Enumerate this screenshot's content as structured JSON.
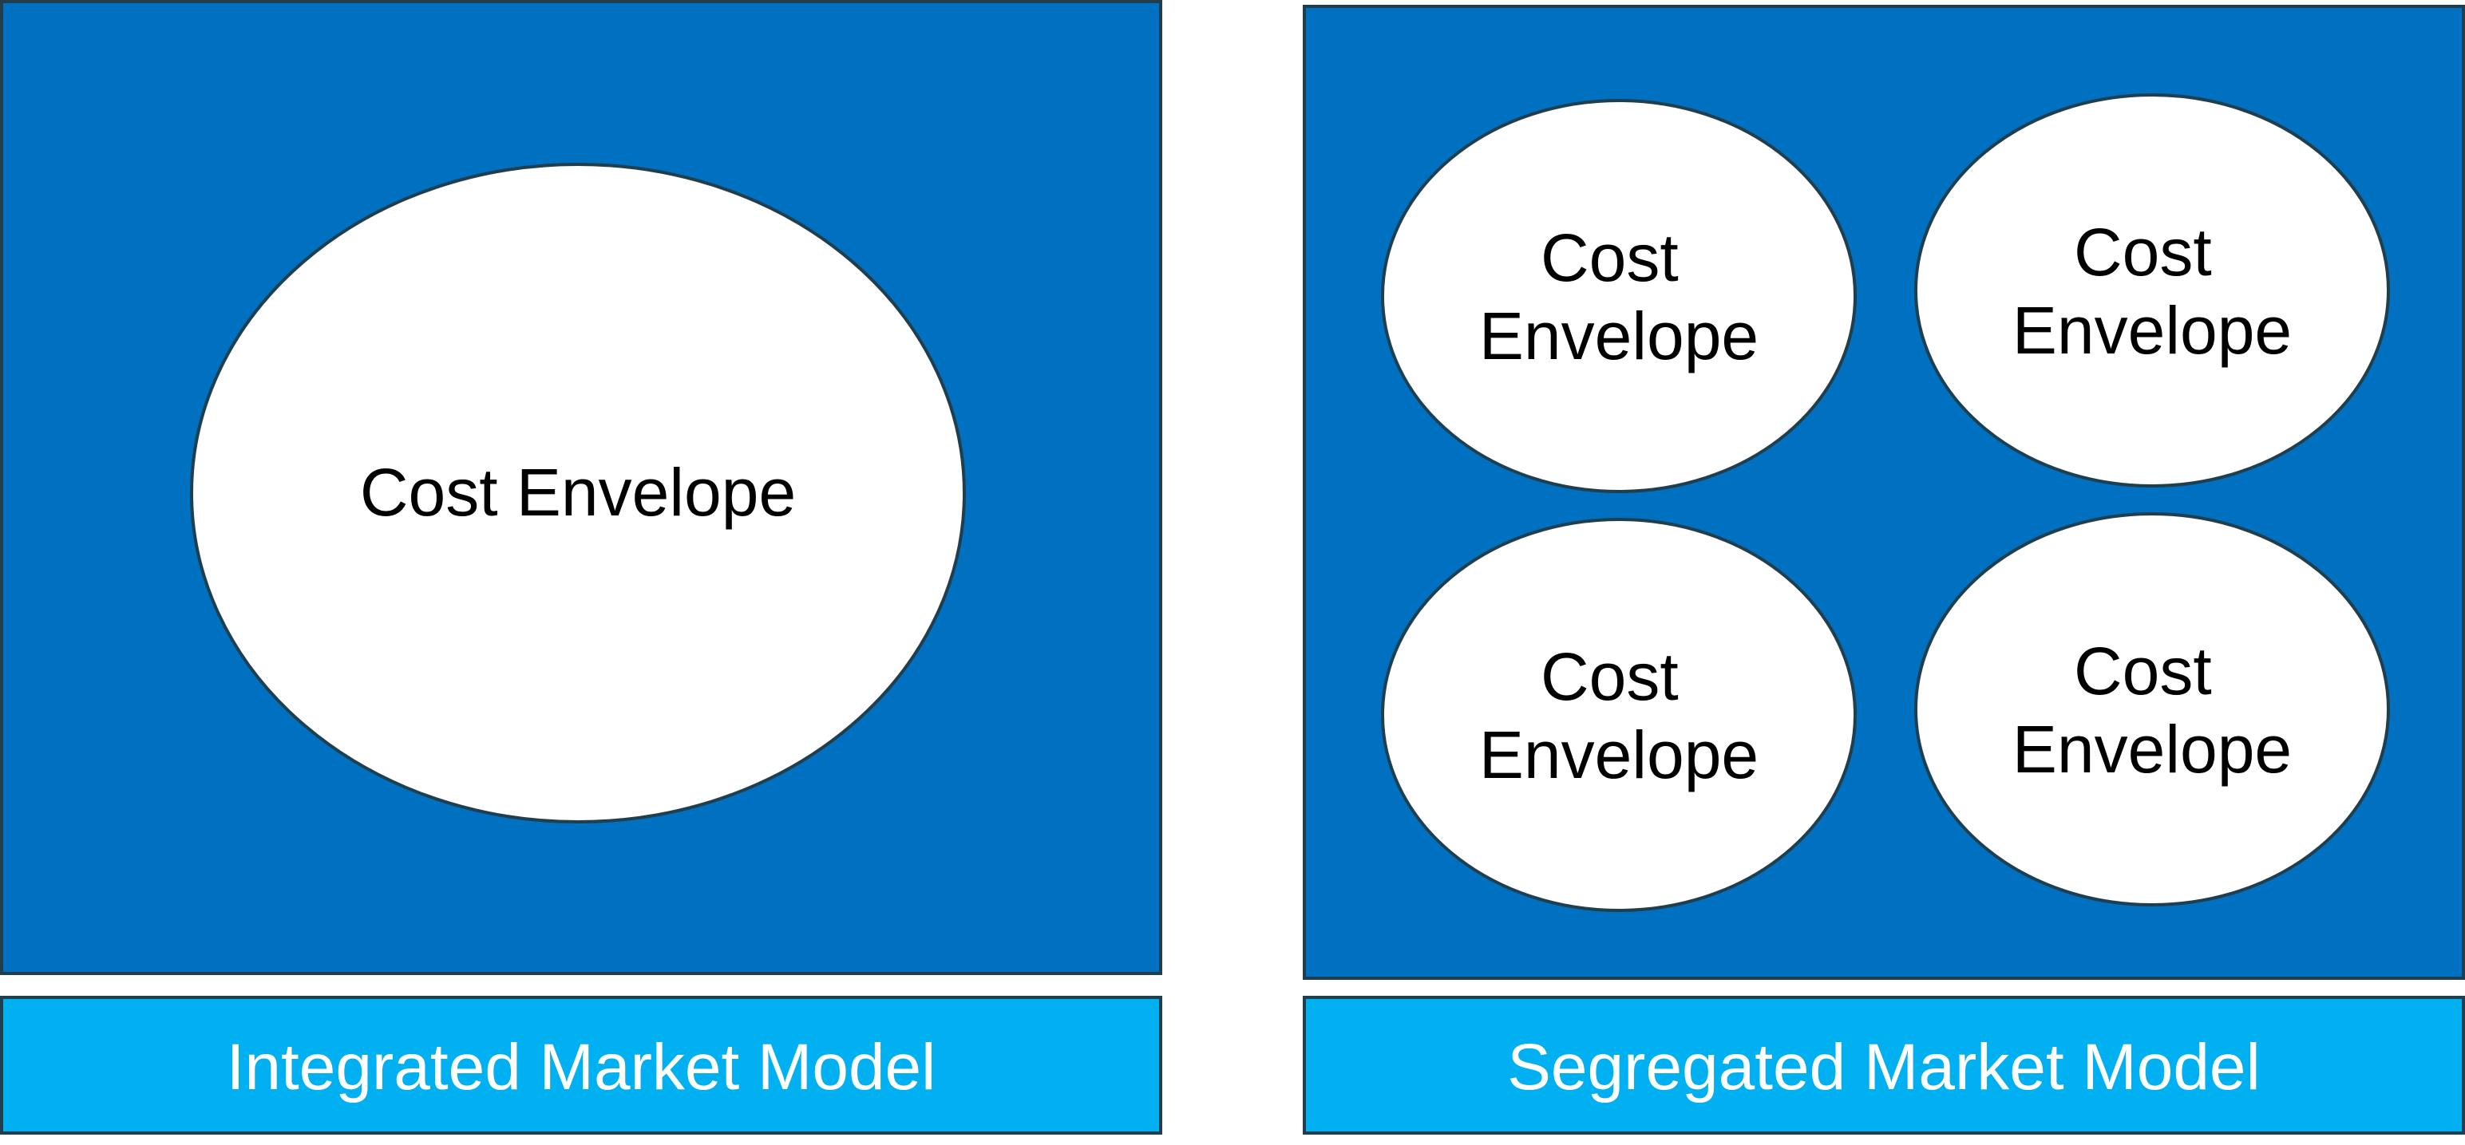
{
  "colors": {
    "panel": "#0070C0",
    "caption": "#00B0F0",
    "envelope": "#FFFFFF",
    "outline": "#1F3F4F"
  },
  "integrated": {
    "envelope_label": "Cost Envelope",
    "caption": "Integrated Market Model"
  },
  "segregated": {
    "envelopes": [
      {
        "line1": "Cost",
        "line2": "Envelope"
      },
      {
        "line1": "Cost",
        "line2": "Envelope"
      },
      {
        "line1": "Cost",
        "line2": "Envelope"
      },
      {
        "line1": "Cost",
        "line2": "Envelope"
      }
    ],
    "caption": "Segregated Market Model"
  }
}
